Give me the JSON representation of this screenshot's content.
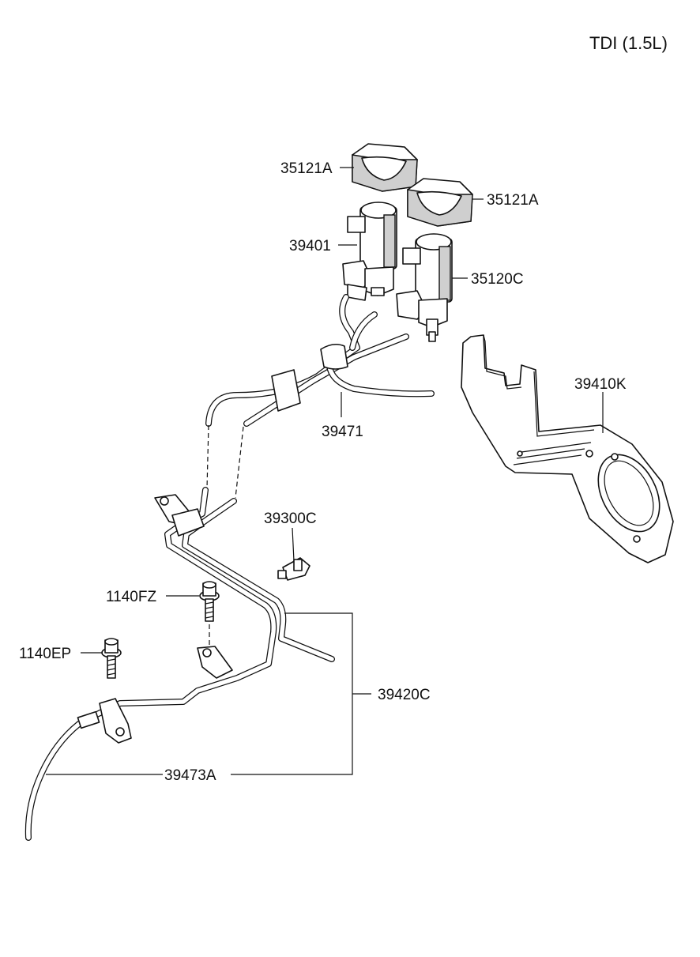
{
  "header": {
    "title": "TDI (1.5L)"
  },
  "labels": {
    "l_35121A_a": "35121A",
    "l_35121A_b": "35121A",
    "l_39401": "39401",
    "l_35120C": "35120C",
    "l_39410K": "39410K",
    "l_39471": "39471",
    "l_39300C": "39300C",
    "l_1140FZ": "1140FZ",
    "l_1140EP": "1140EP",
    "l_39420C": "39420C",
    "l_39473A": "39473A"
  }
}
